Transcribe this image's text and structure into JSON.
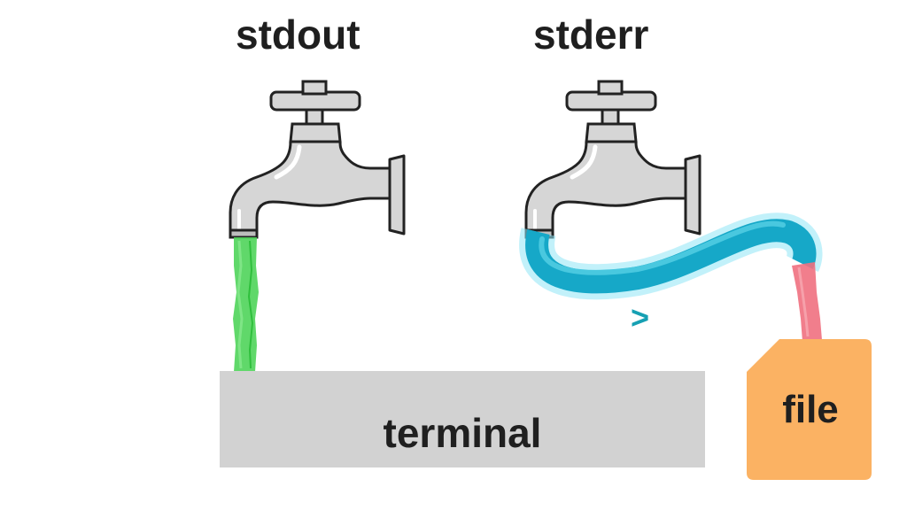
{
  "streams": {
    "stdout_label": "stdout",
    "stderr_label": "stderr"
  },
  "terminal": {
    "label": "terminal"
  },
  "redirect": {
    "symbol": ">"
  },
  "file": {
    "label": "file"
  },
  "colors": {
    "stdout_flow": "#4fd45a",
    "stderr_flow": "#f07080",
    "hose": "#16a8c8",
    "hose_glow": "#8fe6f5",
    "terminal": "#d2d2d2",
    "file": "#fbb263",
    "faucet": "#d6d6d6"
  },
  "icons": [
    "faucet-icon",
    "hose-icon",
    "file-icon"
  ]
}
